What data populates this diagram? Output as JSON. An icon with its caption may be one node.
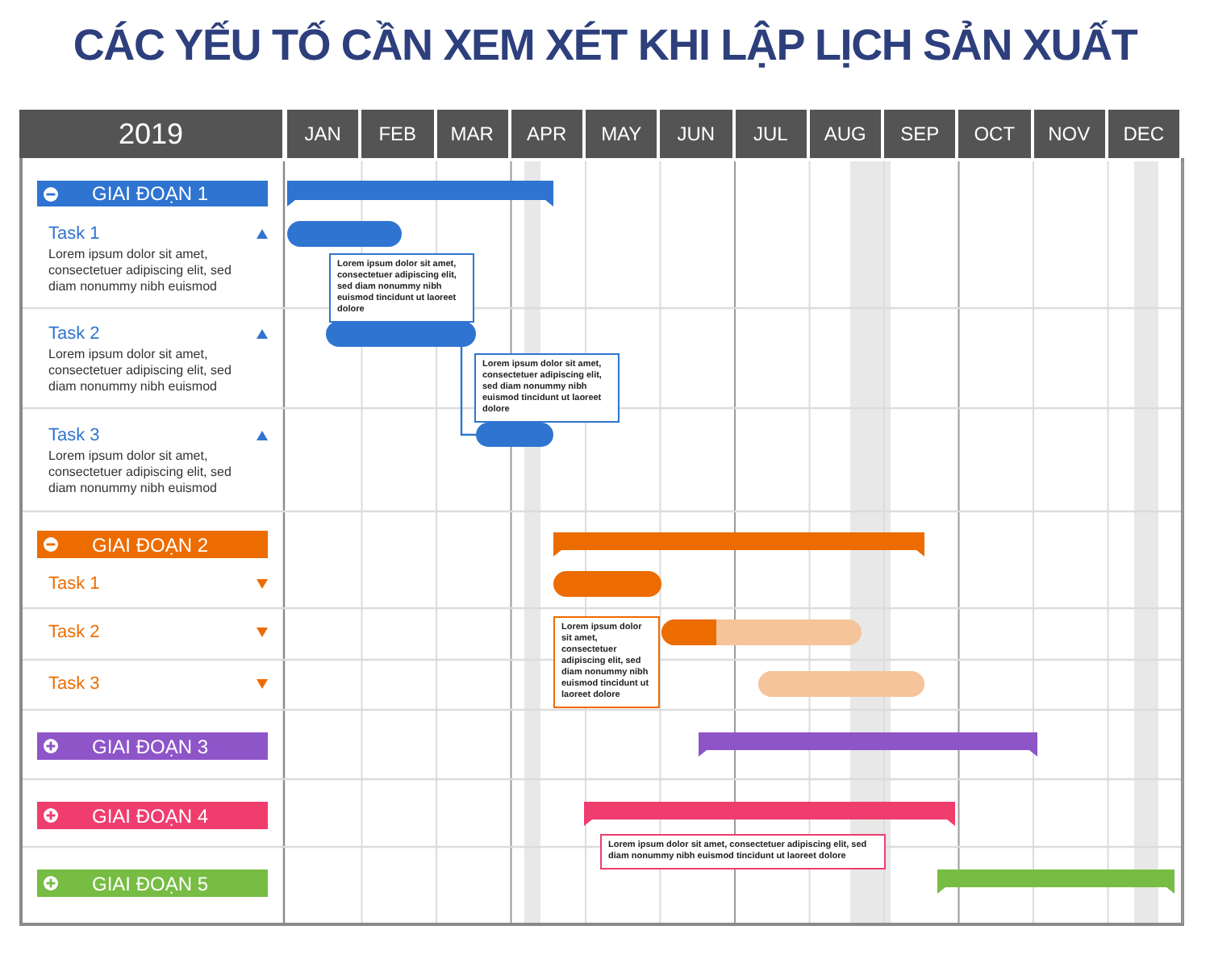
{
  "diagram": {
    "title": "CÁC YẾU TỐ CẦN XEM XÉT KHI LẬP LỊCH SẢN XUẤT",
    "nodes": [
      {
        "text": [
          "GIAI ĐOẠN 1"
        ]
      },
      {
        "text": [],
        "shape": "bar"
      },
      {
        "text": [],
        "shape": "bar"
      },
      {
        "text": [
          "Lorem ipsum dolor sit amet, consectetuer adipiscing elit, sed diam nonummy nibh euismod tincidunt ut laoreet dolore"
        ]
      },
      {
        "text": [],
        "shape": "bar"
      },
      {
        "text": [
          "Lorem ipsum dolor sit amet, consectetuer adipiscing elit, sed diam nonummy nibh euismod tincidunt ut laoreet dolore"
        ]
      },
      {
        "text": [],
        "shape": "bar"
      },
      {
        "text": [
          "GIAI ĐOẠN 2"
        ]
      },
      {
        "text": [],
        "shape": "bar"
      },
      {
        "text": [],
        "shape": "bar"
      },
      {
        "text": [
          "Lorem ipsum dolor sit amet, consectetuer adipiscing elit, sed diam nonummy nibh euismod tincidunt ut laoreet dolore"
        ]
      },
      {
        "text": [],
        "shape": "bar"
      },
      {
        "text": [],
        "shape": "bar"
      },
      {
        "text": [
          "GIAI ĐOẠN 3"
        ]
      },
      {
        "text": [],
        "shape": "bar"
      },
      {
        "text": [
          "GIAI ĐOẠN 4"
        ]
      },
      {
        "text": [],
        "shape": "bar"
      },
      {
        "text": [
          "Lorem ipsum dolor sit amet, consectetuer adipiscing elit, sed diam nonummy nibh euismod tincidunt ut laoreet dolore"
        ]
      },
      {
        "text": [
          "GIAI ĐOẠN 5"
        ]
      },
      {
        "text": [],
        "shape": "bar"
      }
    ],
    "edges": [
      {
        "from": 4,
        "to": 6,
        "arrow": "none"
      }
    ],
    "labels": [
      "2019",
      "JAN",
      "FEB",
      "MAR",
      "APR",
      "MAY",
      "JUN",
      "JUL",
      "AUG",
      "SEP",
      "OCT",
      "NOV",
      "DEC",
      "Task 1",
      "Lorem ipsum dolor sit amet, consectetuer adipiscing elit, sed diam nonummy nibh euismod",
      "Task 2",
      "Lorem ipsum dolor sit amet, consectetuer adipiscing elit, sed diam nonummy nibh euismod",
      "Task 3",
      "Lorem ipsum dolor sit amet, consectetuer adipiscing elit, sed diam nonummy nibh euismod",
      "Task 1",
      "Task 2",
      "Task 3"
    ]
  }
}
